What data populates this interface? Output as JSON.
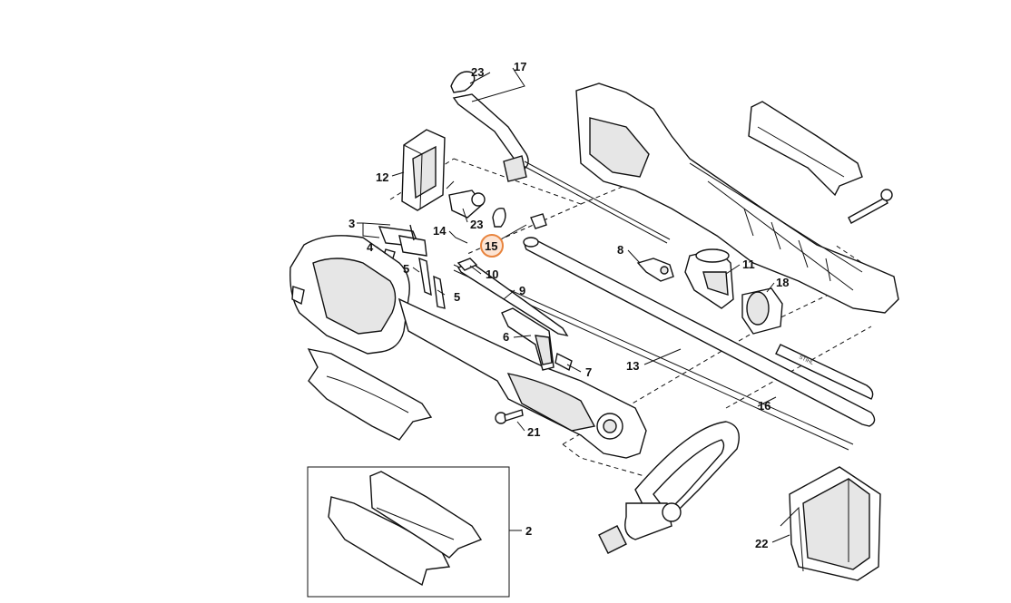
{
  "diagram": {
    "callouts": [
      {
        "id": "c23a",
        "label": "23"
      },
      {
        "id": "c17",
        "label": "17"
      },
      {
        "id": "c12",
        "label": "12"
      },
      {
        "id": "c3",
        "label": "3"
      },
      {
        "id": "c4",
        "label": "4"
      },
      {
        "id": "c23b",
        "label": "23"
      },
      {
        "id": "c14",
        "label": "14"
      },
      {
        "id": "c15",
        "label": "15",
        "highlighted": true
      },
      {
        "id": "c5a",
        "label": "5"
      },
      {
        "id": "c5b",
        "label": "5"
      },
      {
        "id": "c10",
        "label": "10"
      },
      {
        "id": "c9",
        "label": "9"
      },
      {
        "id": "c6",
        "label": "6"
      },
      {
        "id": "c7",
        "label": "7"
      },
      {
        "id": "c8",
        "label": "8"
      },
      {
        "id": "c11",
        "label": "11"
      },
      {
        "id": "c18",
        "label": "18"
      },
      {
        "id": "c13",
        "label": "13"
      },
      {
        "id": "c16",
        "label": "16"
      },
      {
        "id": "c21",
        "label": "21"
      },
      {
        "id": "c2",
        "label": "2"
      },
      {
        "id": "c22",
        "label": "22"
      }
    ],
    "colors": {
      "line": "#111111",
      "highlight_fill": "#fde4d3",
      "highlight_stroke": "#e8843e",
      "background": "#ffffff"
    }
  }
}
